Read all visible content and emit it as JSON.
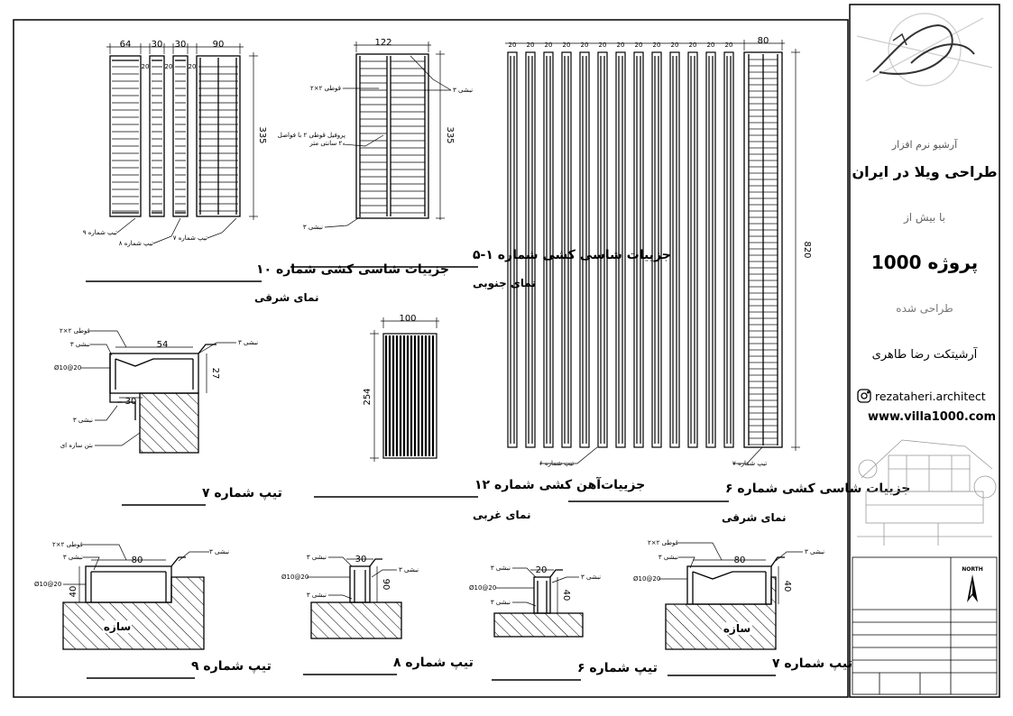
{
  "drawings": {
    "d10": {
      "title": "جزییات شاسی کشی شماره ۱۰",
      "subtitle": "نمای شرقی",
      "dims": [
        "64",
        "30",
        "30",
        "90",
        "20",
        "20",
        "20",
        "335"
      ],
      "callouts": [
        "تیپ شماره ۹",
        "تیپ شماره ۸",
        "تیپ شماره ۷"
      ]
    },
    "d5": {
      "title": "جزییات شاسی کشی شماره ۱-۵",
      "subtitle": "نمای جنوبی",
      "dims": [
        "122",
        "335"
      ],
      "callouts": [
        "قوطی ۲×۲",
        "نبشی ۳",
        "پروفیل قوطی ۲ با فواصل ۲۰ سانتی متر",
        "نبشی ۳"
      ]
    },
    "d6": {
      "title": "جزییات شاسی کشی شماره ۶",
      "subtitle": "نمای شرقی",
      "dims": [
        "20",
        "80",
        "820"
      ],
      "callouts": [
        "تیپ شماره ۶",
        "تیپ شماره ۷"
      ]
    },
    "t7a": {
      "title": "تیپ شماره ۷",
      "dims": [
        "54",
        "27",
        "30"
      ],
      "callouts": [
        "قوطی ۲×۲",
        "نبشی ۳",
        "نبشی ۳",
        "Ø10@20",
        "نبشی ۳",
        "بتن سازه ای"
      ]
    },
    "d12": {
      "title": "جزییات‌آهن کشی شماره ۱۲",
      "subtitle": "نمای غربی",
      "dims": [
        "100",
        "254"
      ]
    },
    "t9": {
      "title": "تیپ شماره ۹",
      "dims": [
        "80",
        "40"
      ],
      "callouts": [
        "قوطی ۲×۲",
        "نبشی ۳",
        "نبشی ۳",
        "Ø10@20"
      ],
      "hatch_label": "سازه"
    },
    "t8": {
      "title": "تیپ شماره ۸",
      "dims": [
        "30",
        "90"
      ],
      "callouts": [
        "نبشی ۳",
        "نبشی ۳",
        "نبشی ۳",
        "Ø10@20"
      ]
    },
    "t6": {
      "title": "تیپ شماره ۶",
      "dims": [
        "20",
        "40"
      ],
      "callouts": [
        "نبشی ۳",
        "نبشی ۳",
        "نبشی ۳",
        "Ø10@20"
      ]
    },
    "t7b": {
      "title": "تیپ شماره ۷",
      "dims": [
        "80",
        "40"
      ],
      "callouts": [
        "قوطی ۲×۲",
        "نبشی ۳",
        "نبشی ۳",
        "Ø10@20"
      ],
      "hatch_label": "سازه"
    }
  },
  "brand": {
    "line1": "آرشیو نرم افزار",
    "line2": "طراحی ویلا در ایران",
    "line3": "با بیش از",
    "line4": "1000 پروژه",
    "line5": "طراحی شده",
    "architect": "آرشیتکت رضا طاهری",
    "instagram": "rezataheri.architect",
    "website": "www.villa1000.com"
  },
  "north_label": "NORTH",
  "titleblock_rows": [
    "",
    "",
    "",
    "",
    "",
    ""
  ],
  "colors": {
    "line": "#000000",
    "paper": "#ffffff",
    "sketch": "#9a9a9a"
  }
}
